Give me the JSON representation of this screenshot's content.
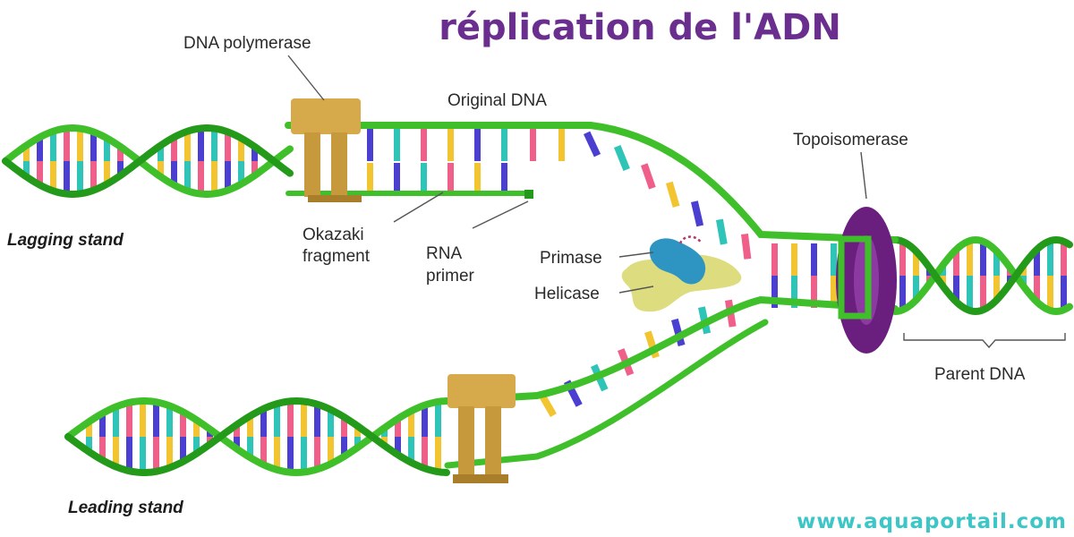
{
  "title": "réplication de l'ADN",
  "watermark": "www.aquaportail.com",
  "labels": {
    "dna_polymerase": "DNA polymerase",
    "original_dna": "Original DNA",
    "topoisomerase": "Topoisomerase",
    "lagging_strand": "Lagging stand",
    "okazaki_line1": "Okazaki",
    "okazaki_line2": "fragment",
    "rna_line1": "RNA",
    "rna_line2": "primer",
    "primase": "Primase",
    "helicase": "Helicase",
    "parent_dna": "Parent DNA",
    "leading_strand": "Leading stand"
  },
  "colors": {
    "backbone": "#3fc02a",
    "backbone_dark": "#239a1a",
    "base_pink": "#ef5f8a",
    "base_yellow": "#f2c530",
    "base_blue": "#4a3fd0",
    "base_cyan": "#2ec4b8",
    "polymerase": "#d6a94a",
    "polymerase_dark": "#a97e2a",
    "topoisomerase": "#6a1f7e",
    "primase": "#2e95c2",
    "helicase": "#d7d76a",
    "title": "#6a2f8e",
    "watermark": "#3ec6c6"
  }
}
